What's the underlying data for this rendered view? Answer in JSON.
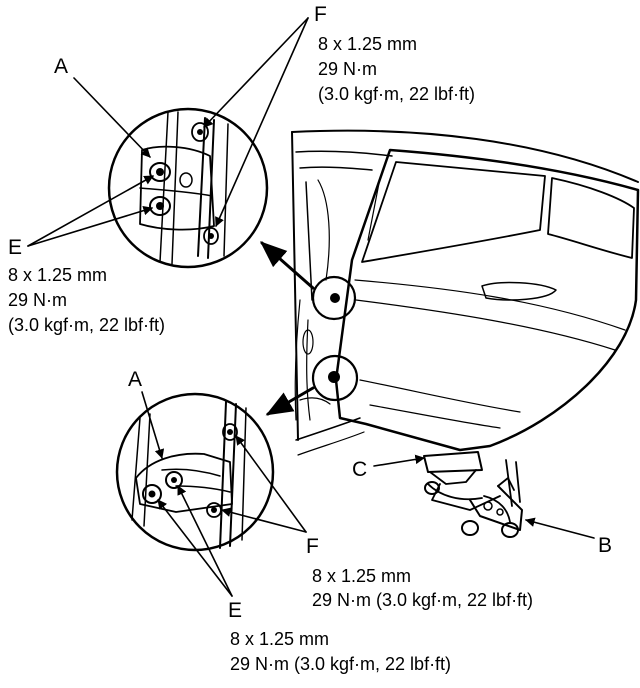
{
  "labels": {
    "A_top": "A",
    "A_bottom": "A",
    "B": "B",
    "C": "C",
    "E_upper": "E",
    "E_lower": "E",
    "F_upper": "F",
    "F_lower": "F"
  },
  "specs": {
    "F_upper": [
      "8 x 1.25 mm",
      "29 N·m",
      "(3.0 kgf·m, 22 lbf·ft)"
    ],
    "E_upper": [
      "8 x 1.25 mm",
      "29 N·m",
      "(3.0 kgf·m, 22 lbf·ft)"
    ],
    "F_lower": [
      "8 x 1.25 mm",
      "29 N·m (3.0 kgf·m, 22 lbf·ft)"
    ],
    "E_lower": [
      "8 x 1.25 mm",
      "29 N·m (3.0 kgf·m, 22 lbf·ft)"
    ]
  }
}
